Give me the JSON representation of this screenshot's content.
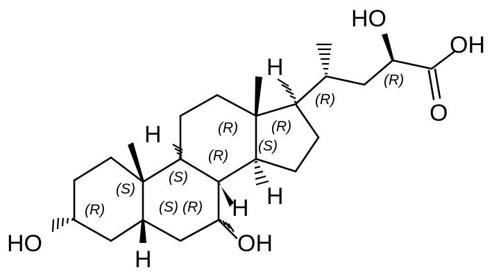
{
  "molecule": {
    "atom_labels": {
      "oh_top": "HO",
      "oh_acid": "OH",
      "o_carbonyl": "O",
      "h_c17": "H",
      "h_c9": "H",
      "h_c8": "H",
      "h_c14": "H",
      "h_c5": "H",
      "ho_c3": "HO",
      "oh_c7": "OH"
    },
    "stereo_labels": {
      "c23": "(R)",
      "c20": "(R)",
      "c13": "(R)",
      "c17": "(R)",
      "c14": "(S)",
      "c8": "(R)",
      "c9": "(S)",
      "c10": "(S)",
      "c3": "(R)",
      "c5": "(S)",
      "c6": "(R)"
    }
  }
}
